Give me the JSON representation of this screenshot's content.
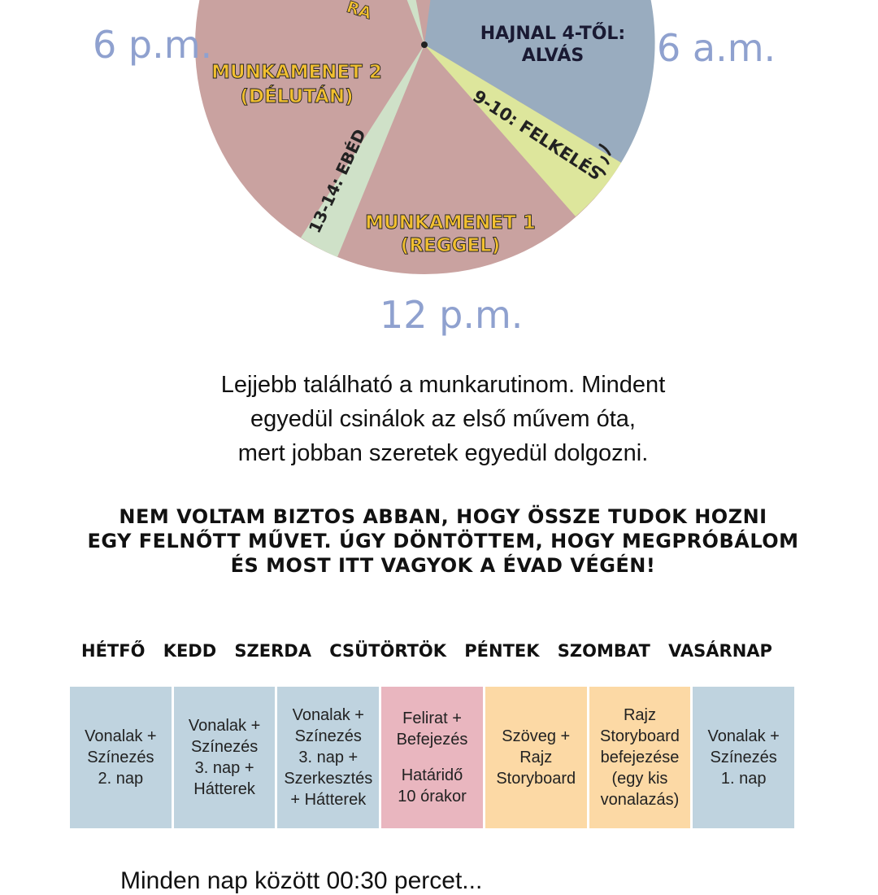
{
  "clock": {
    "left": "6 p.m.",
    "right": "6 a.m.",
    "bottom": "12 p.m."
  },
  "pie_labels": {
    "top_partial": "RA",
    "sleep_line1": "HAJNAL 4-TŐL:",
    "sleep_line2": "ALVÁS",
    "wake": "9-10: FELKELÉS",
    "lunch": "13-14: EBÉD",
    "session2_line1": "MUNKAMENET 2",
    "session2_line2": "(DÉLUTÁN)",
    "session1_line1": "MUNKAMENET 1",
    "session1_line2": "(REGGEL)"
  },
  "colors": {
    "work": "#c9a2a0",
    "sleep": "#99acbf",
    "wake": "#dde69c",
    "lunch": "#cfe1c8",
    "clock_text": "#8fa1cf",
    "label_fill": "#f2c030",
    "cell_blue": "#bfd3df",
    "cell_pink": "#e9b6bf",
    "cell_peach": "#fcd9a5"
  },
  "intro": {
    "line1": "Lejjebb található a munkarutinom. Mindent",
    "line2": "egyedül csinálok az első művem óta,",
    "line3": "mert jobban szeretek egyedül dolgozni."
  },
  "caps": {
    "line1": "NEM VOLTAM BIZTOS ABBAN, HOGY ÖSSZE TUDOK HOZNI",
    "line2": "EGY FELNŐTT MŰVET. ÚGY DÖNTÖTTEM, HOGY MEGPRÓBÁLOM",
    "line3": "ÉS MOST ITT VAGYOK A ÉVAD VÉGÉN!"
  },
  "days": [
    "HÉTFŐ",
    "KEDD",
    "SZERDA",
    "CSÜTÖRTÖK",
    "PÉNTEK",
    "SZOMBAT",
    "VASÁRNAP"
  ],
  "schedule": [
    {
      "lines": [
        "Vonalak +",
        "Színezés",
        "2. nap"
      ],
      "color": "#bfd3df"
    },
    {
      "lines": [
        "Vonalak +",
        "Színezés",
        "3. nap +",
        "Hátterek"
      ],
      "color": "#bfd3df"
    },
    {
      "lines": [
        "Vonalak +",
        "Színezés",
        "3. nap +",
        "Szerkesztés",
        "+  Hátterek"
      ],
      "color": "#bfd3df"
    },
    {
      "lines": [
        "Felirat +",
        "Befejezés",
        "",
        "Határidő",
        "10 órakor"
      ],
      "color": "#e9b6bf"
    },
    {
      "lines": [
        "Szöveg +",
        "Rajz",
        "Storyboard"
      ],
      "color": "#fcd9a5"
    },
    {
      "lines": [
        "Rajz",
        "Storyboard",
        "befejezése",
        "(egy kis",
        "vonalazás)"
      ],
      "color": "#fcd9a5"
    },
    {
      "lines": [
        "Vonalak +",
        "Színezés",
        "1. nap"
      ],
      "color": "#bfd3df"
    }
  ],
  "footer": "Minden nap között 00:30 percet..."
}
